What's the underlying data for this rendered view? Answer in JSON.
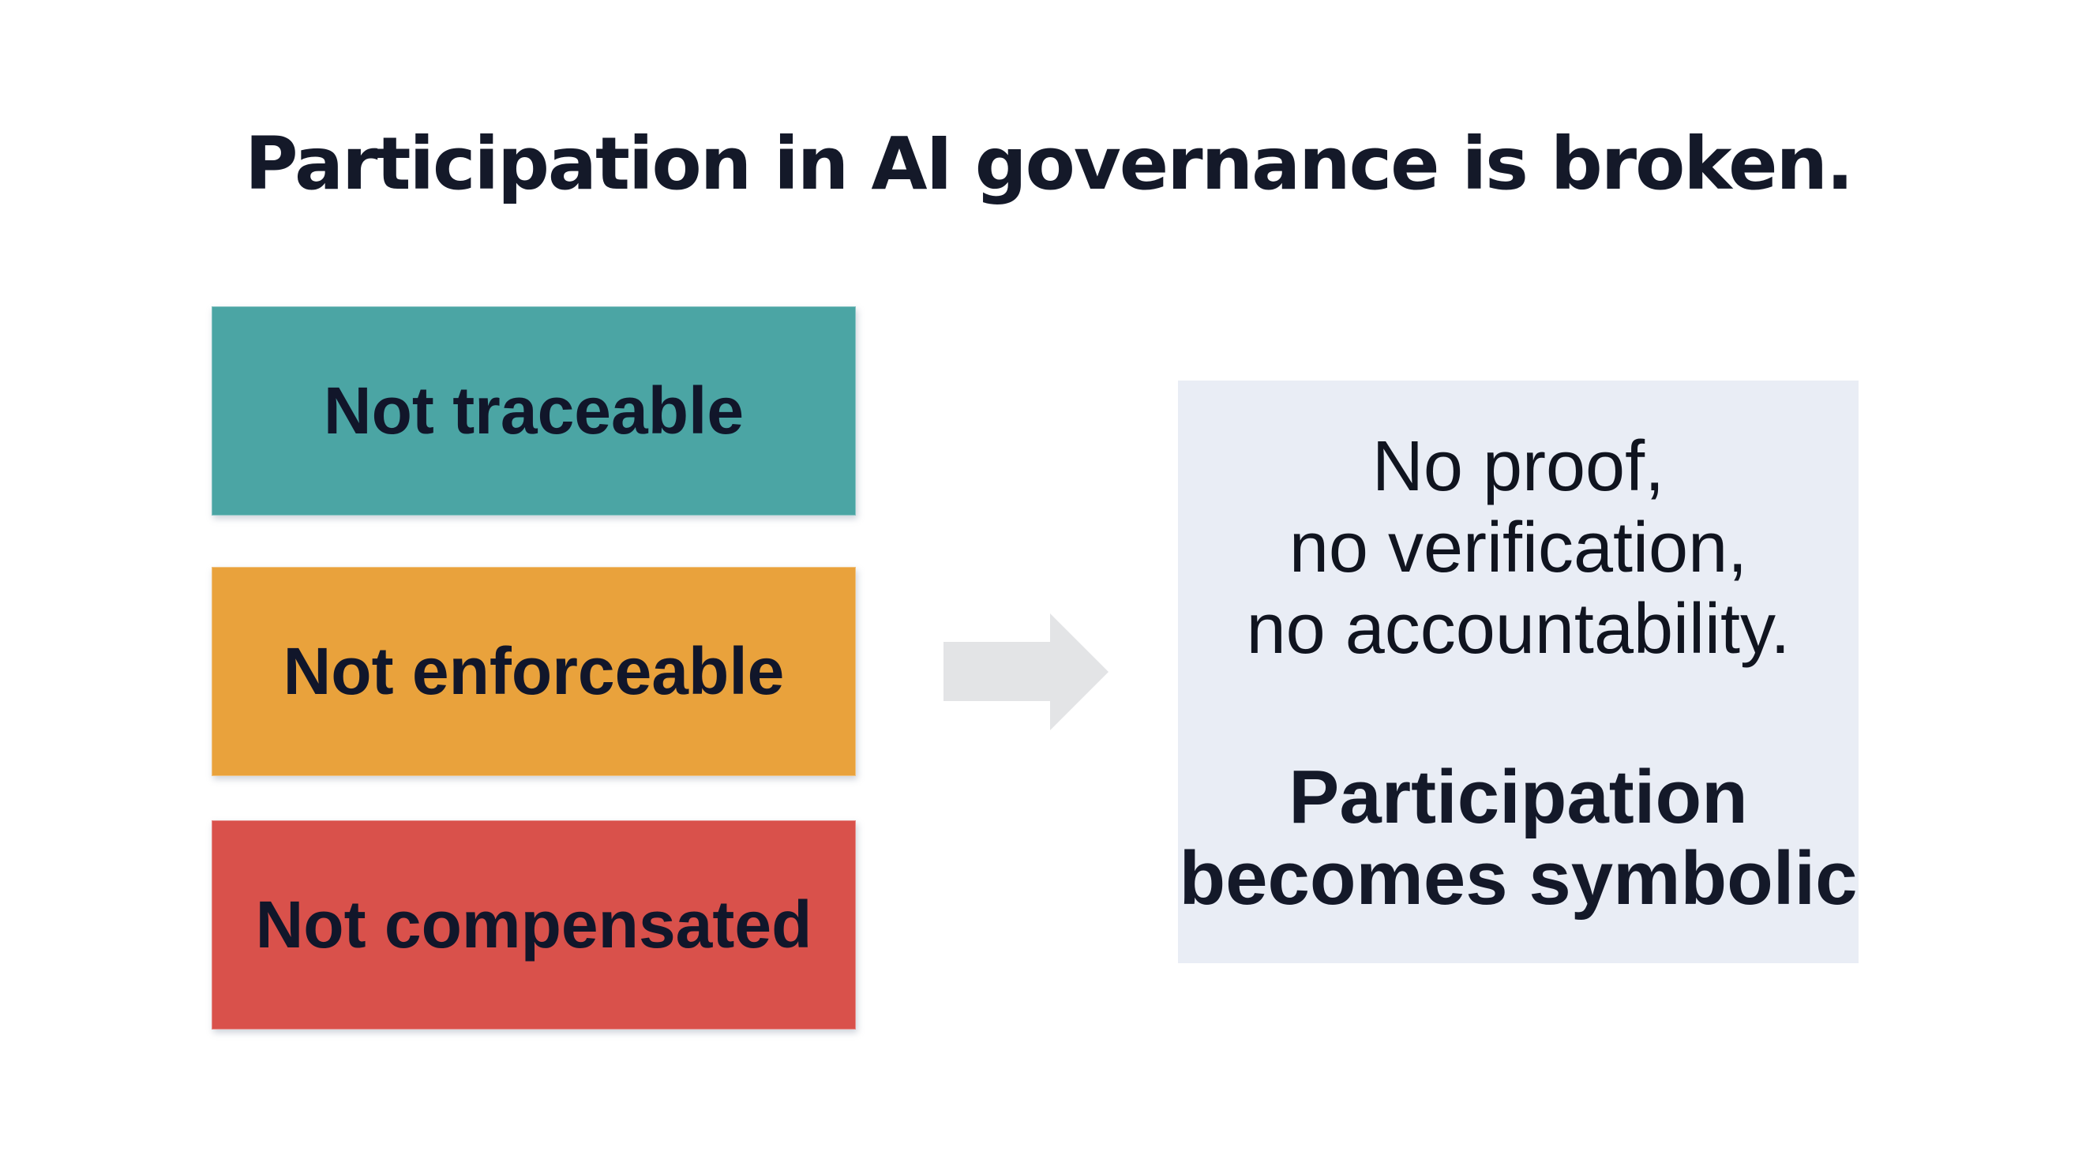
{
  "title": "Participation in AI governance is broken.",
  "problems": [
    {
      "label": "Not traceable",
      "color": "#4ba5a4"
    },
    {
      "label": "Not enforceable",
      "color": "#e9a23c"
    },
    {
      "label": "Not compensated",
      "color": "#d9514b"
    }
  ],
  "arrow": {
    "icon": "right-block-arrow",
    "color": "#e3e4e6"
  },
  "outcome": {
    "panel_color": "#e9edf5",
    "lines": [
      "No proof,",
      "no verification,",
      "no accountability."
    ],
    "emphasis_lines": [
      "Participation",
      "becomes symbolic"
    ]
  },
  "colors": {
    "background": "#ffffff",
    "text_dark": "#141929"
  }
}
